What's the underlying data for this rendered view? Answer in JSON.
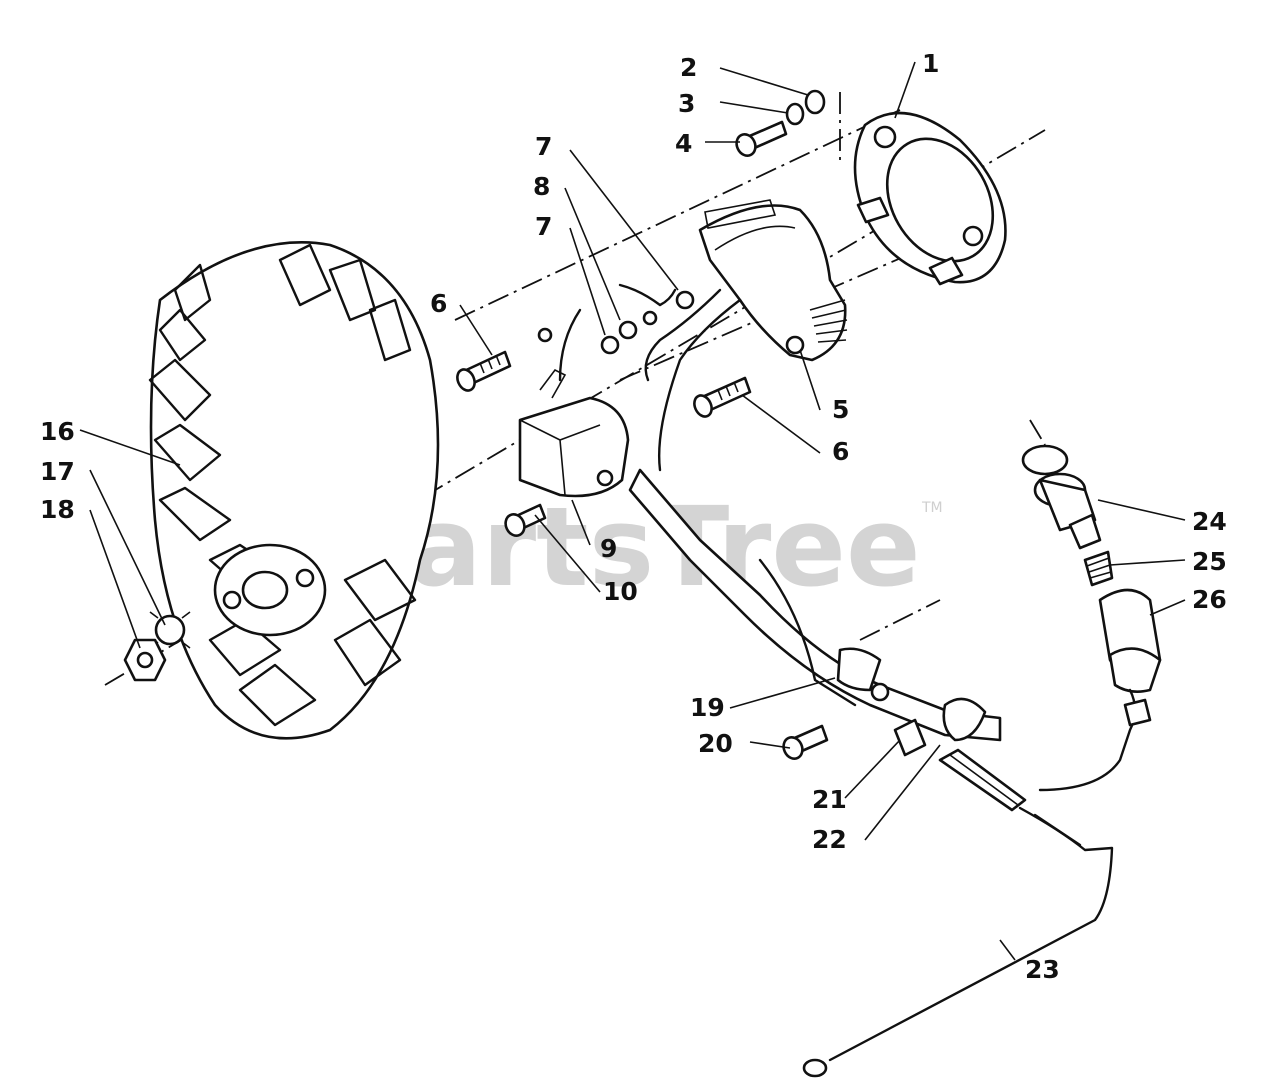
{
  "diagram": {
    "watermark": "PartsTree",
    "trademark": "TM",
    "callouts": [
      {
        "id": "c1",
        "text": "1"
      },
      {
        "id": "c2",
        "text": "2"
      },
      {
        "id": "c3",
        "text": "3"
      },
      {
        "id": "c4",
        "text": "4"
      },
      {
        "id": "c5",
        "text": "5"
      },
      {
        "id": "c6a",
        "text": "6"
      },
      {
        "id": "c6b",
        "text": "6"
      },
      {
        "id": "c7a",
        "text": "7"
      },
      {
        "id": "c7b",
        "text": "7"
      },
      {
        "id": "c8",
        "text": "8"
      },
      {
        "id": "c9",
        "text": "9"
      },
      {
        "id": "c10",
        "text": "10"
      },
      {
        "id": "c16",
        "text": "16"
      },
      {
        "id": "c17",
        "text": "17"
      },
      {
        "id": "c18",
        "text": "18"
      },
      {
        "id": "c19",
        "text": "19"
      },
      {
        "id": "c20",
        "text": "20"
      },
      {
        "id": "c21",
        "text": "21"
      },
      {
        "id": "c22",
        "text": "22"
      },
      {
        "id": "c23",
        "text": "23"
      },
      {
        "id": "c24",
        "text": "24"
      },
      {
        "id": "c25",
        "text": "25"
      },
      {
        "id": "c26",
        "text": "26"
      }
    ]
  }
}
